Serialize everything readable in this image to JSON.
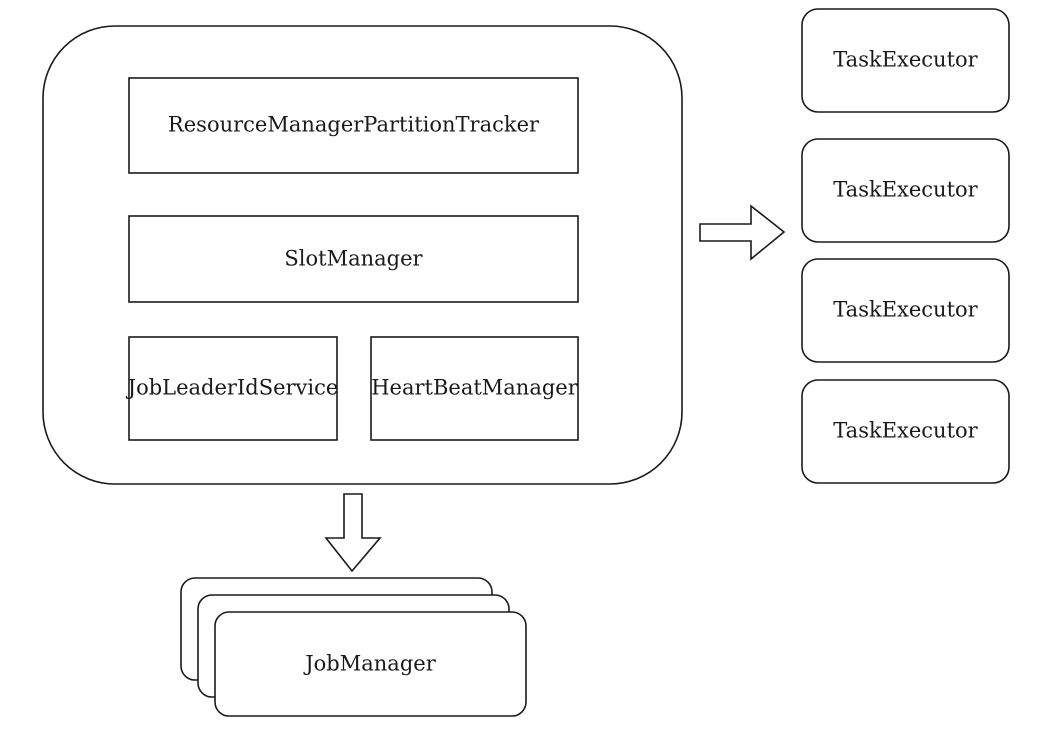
{
  "diagram": {
    "resource_manager": {
      "components": {
        "partition_tracker": "ResourceManagerPartitionTracker",
        "slot_manager": "SlotManager",
        "job_leader_id_service": "JobLeaderIdService",
        "heartbeat_manager": "HeartBeatManager"
      }
    },
    "task_executors": [
      "TaskExecutor",
      "TaskExecutor",
      "TaskExecutor",
      "TaskExecutor"
    ],
    "job_manager": {
      "label": "JobManager"
    },
    "colors": {
      "stroke": "#1a1a1a",
      "fill": "#ffffff"
    }
  }
}
